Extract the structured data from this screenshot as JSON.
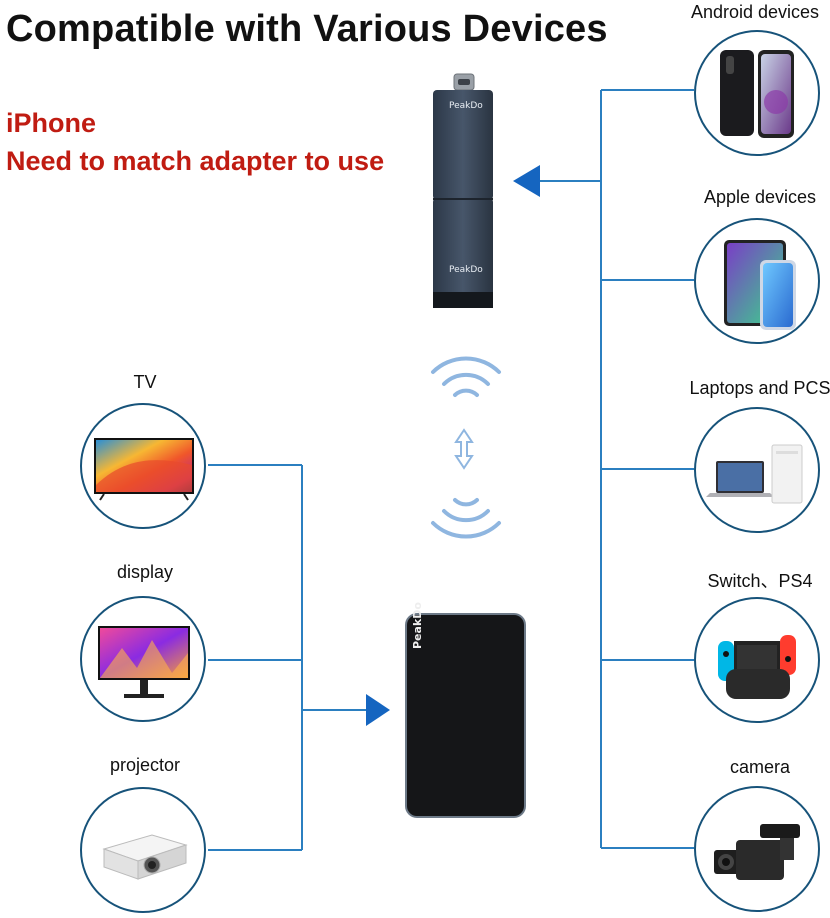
{
  "header": {
    "title": "Compatible with Various Devices"
  },
  "note": {
    "line1": "iPhone",
    "line2": "Need to match adapter to use"
  },
  "dongle": {
    "brand_top": "PeakDo",
    "brand_bottom": "PeakDo"
  },
  "receiver": {
    "brand": "PeakDo"
  },
  "source_devices": [
    {
      "label": "Android devices",
      "icon": "android-phone-icon"
    },
    {
      "label": "Apple devices",
      "icon": "apple-devices-icon"
    },
    {
      "label": "Laptops and PCS",
      "icon": "laptop-pc-icon"
    },
    {
      "label": "Switch、PS4",
      "icon": "game-console-icon"
    },
    {
      "label": "camera",
      "icon": "video-camera-icon"
    }
  ],
  "display_devices": [
    {
      "label": "TV",
      "icon": "tv-icon"
    },
    {
      "label": "display",
      "icon": "monitor-icon"
    },
    {
      "label": "projector",
      "icon": "projector-icon"
    }
  ],
  "colors": {
    "line": "#2b7fc0",
    "arrow": "#1565c0",
    "circle_border": "#17537a",
    "note": "#c01c12",
    "wave": "#8fb6e0"
  }
}
